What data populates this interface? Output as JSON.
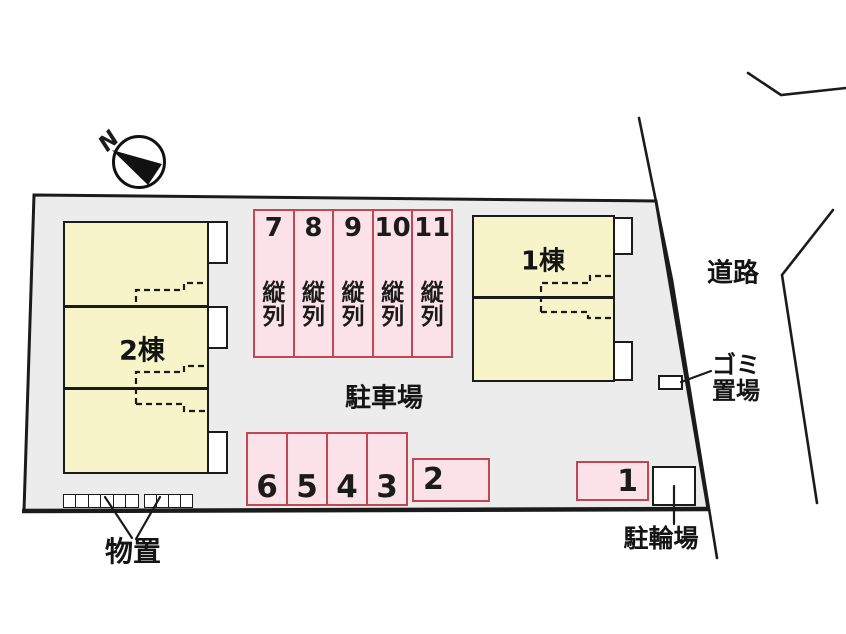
{
  "compass": {
    "label": "N"
  },
  "labels": {
    "parking_area": "駐車場",
    "road": "道路",
    "garbage_line1": "ゴミ",
    "garbage_line2": "置場",
    "bicycle": "駐輪場",
    "storage": "物置"
  },
  "buildings": {
    "building1": {
      "label": "1棟"
    },
    "building2": {
      "label": "2棟"
    }
  },
  "parking": {
    "tandem_spaces": [
      {
        "number": "7",
        "type_label": "縦列"
      },
      {
        "number": "8",
        "type_label": "縦列"
      },
      {
        "number": "9",
        "type_label": "縦列"
      },
      {
        "number": "10",
        "type_label": "縦列"
      },
      {
        "number": "11",
        "type_label": "縦列"
      }
    ],
    "row_spaces": [
      {
        "number": "6"
      },
      {
        "number": "5"
      },
      {
        "number": "4"
      },
      {
        "number": "3"
      }
    ],
    "space2": {
      "number": "2"
    },
    "space1": {
      "number": "1"
    }
  },
  "colors": {
    "site_fill": "#ececec",
    "building_fill": "#f8f4c9",
    "parking_fill": "#fae2e8",
    "parking_border": "#c24752",
    "line": "#1b1b1b"
  }
}
